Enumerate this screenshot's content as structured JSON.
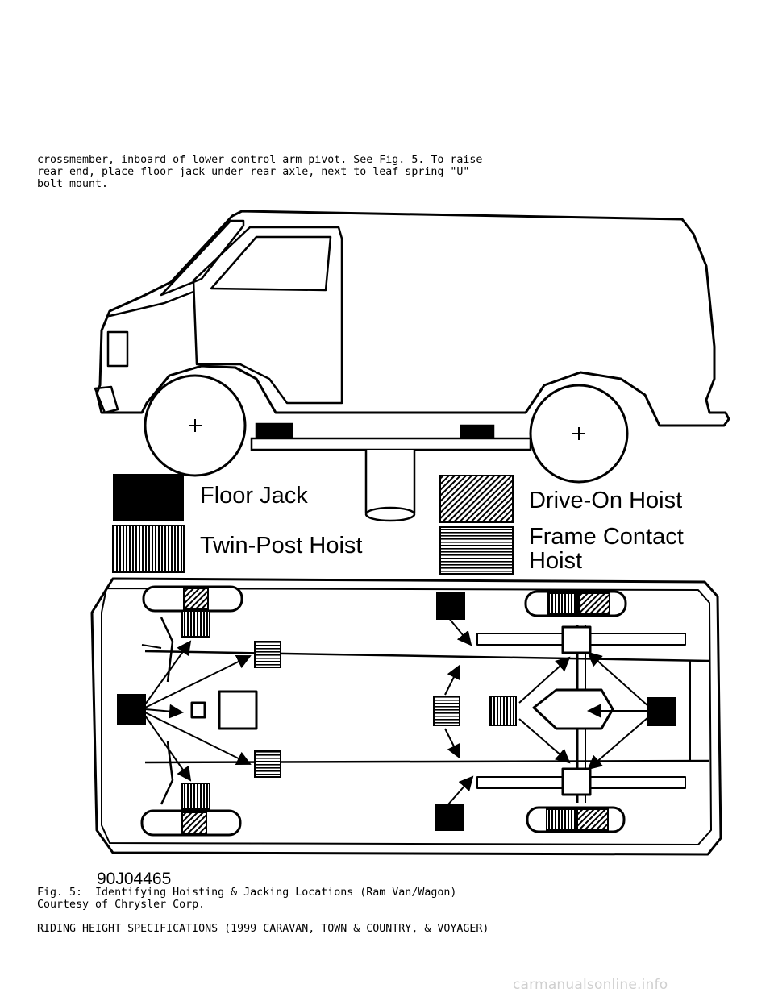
{
  "intro_lines": [
    "crossmember, inboard of lower control arm pivot. See Fig. 5. To raise",
    "rear end, place floor jack under rear axle, next to leaf spring \"U\"",
    "bolt mount."
  ],
  "legend": {
    "floor_jack": "Floor Jack",
    "twin_post": "Twin-Post Hoist",
    "drive_on": "Drive-On Hoist",
    "frame_contact_1": "Frame Contact",
    "frame_contact_2": "Hoist"
  },
  "figure_code": "90J04465",
  "caption": {
    "title": "Fig. 5:  Identifying Hoisting & Jacking Locations (Ram Van/Wagon)",
    "credit": "Courtesy of Chrysler Corp."
  },
  "section_heading": "RIDING HEIGHT SPECIFICATIONS (1999 CARAVAN, TOWN & COUNTRY, & VOYAGER)",
  "watermark": "carmanualsonline.info"
}
